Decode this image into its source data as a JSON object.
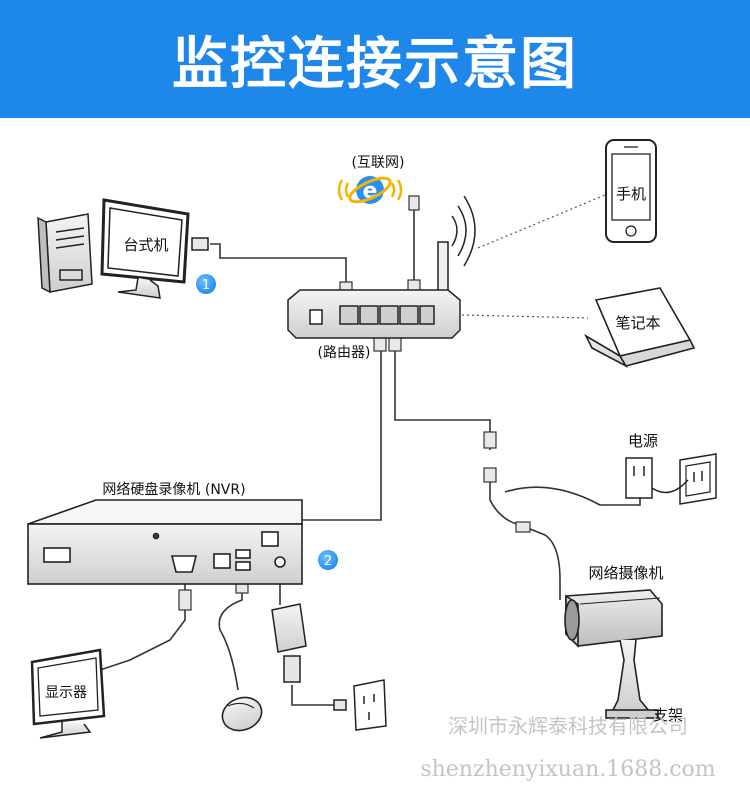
{
  "banner": {
    "title": "监控连接示意图",
    "color": "#1e88ea"
  },
  "diagram": {
    "internet_label": "(互联网)",
    "desktop_label": "台式机",
    "router_label": "(路由器)",
    "phone_label": "手机",
    "laptop_label": "笔记本",
    "power_label": "电源",
    "nvr_label": "网络硬盘录像机 (NVR)",
    "camera_label": "网络摄像机",
    "bracket_label": "支架",
    "monitor_label": "显示器",
    "step1": "1",
    "step2": "2",
    "step_badge_color": "#1e88ea",
    "internet_icon": "ie-icon"
  },
  "watermark": {
    "company": "深圳市永辉泰科技有限公司",
    "site": "shenzhenyixuan.1688.com"
  }
}
